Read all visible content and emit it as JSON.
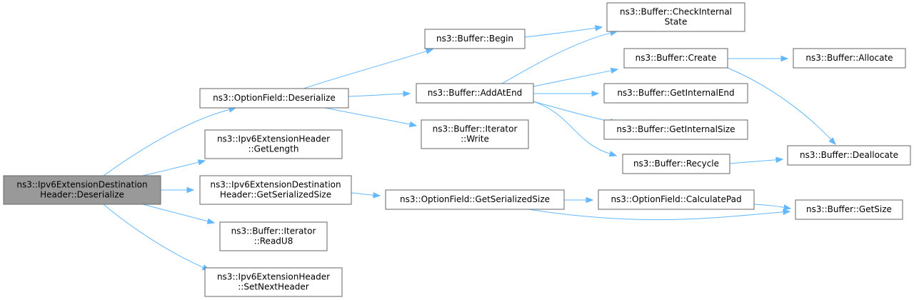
{
  "diagram": {
    "nodes": [
      {
        "id": "root",
        "lines": [
          "ns3::Ipv6ExtensionDestination",
          "Header::Deserialize"
        ],
        "root": true
      },
      {
        "id": "of_deser",
        "lines": [
          "ns3::OptionField::Deserialize"
        ]
      },
      {
        "id": "ipv6eh_getlen",
        "lines": [
          "ns3::Ipv6ExtensionHeader",
          "::GetLength"
        ]
      },
      {
        "id": "ipv6edh_getser",
        "lines": [
          "ns3::Ipv6ExtensionDestination",
          "Header::GetSerializedSize"
        ]
      },
      {
        "id": "bi_readu8",
        "lines": [
          "ns3::Buffer::Iterator",
          "::ReadU8"
        ]
      },
      {
        "id": "ipv6eh_setnext",
        "lines": [
          "ns3::Ipv6ExtensionHeader",
          "::SetNextHeader"
        ]
      },
      {
        "id": "buf_begin",
        "lines": [
          "ns3::Buffer::Begin"
        ]
      },
      {
        "id": "buf_addatend",
        "lines": [
          "ns3::Buffer::AddAtEnd"
        ]
      },
      {
        "id": "bi_write",
        "lines": [
          "ns3::Buffer::Iterator",
          "::Write"
        ]
      },
      {
        "id": "of_getser",
        "lines": [
          "ns3::OptionField::GetSerializedSize"
        ]
      },
      {
        "id": "buf_checkint",
        "lines": [
          "ns3::Buffer::CheckInternal",
          "State"
        ]
      },
      {
        "id": "buf_create",
        "lines": [
          "ns3::Buffer::Create"
        ]
      },
      {
        "id": "buf_getintend",
        "lines": [
          "ns3::Buffer::GetInternalEnd"
        ]
      },
      {
        "id": "buf_getintsize",
        "lines": [
          "ns3::Buffer::GetInternalSize"
        ]
      },
      {
        "id": "buf_recycle",
        "lines": [
          "ns3::Buffer::Recycle"
        ]
      },
      {
        "id": "of_calcpad",
        "lines": [
          "ns3::OptionField::CalculatePad"
        ]
      },
      {
        "id": "buf_allocate",
        "lines": [
          "ns3::Buffer::Allocate"
        ]
      },
      {
        "id": "buf_dealloc",
        "lines": [
          "ns3::Buffer::Deallocate"
        ]
      },
      {
        "id": "buf_getsize",
        "lines": [
          "ns3::Buffer::GetSize"
        ]
      }
    ],
    "edges": [
      {
        "from": "root",
        "to": "of_deser"
      },
      {
        "from": "root",
        "to": "ipv6eh_getlen"
      },
      {
        "from": "root",
        "to": "ipv6edh_getser"
      },
      {
        "from": "root",
        "to": "bi_readu8"
      },
      {
        "from": "root",
        "to": "ipv6eh_setnext"
      },
      {
        "from": "of_deser",
        "to": "buf_begin"
      },
      {
        "from": "of_deser",
        "to": "buf_addatend"
      },
      {
        "from": "of_deser",
        "to": "bi_write"
      },
      {
        "from": "buf_begin",
        "to": "buf_checkint"
      },
      {
        "from": "buf_addatend",
        "to": "buf_checkint"
      },
      {
        "from": "buf_addatend",
        "to": "buf_create"
      },
      {
        "from": "buf_addatend",
        "to": "buf_getintend"
      },
      {
        "from": "buf_addatend",
        "to": "buf_getintsize"
      },
      {
        "from": "buf_addatend",
        "to": "buf_recycle"
      },
      {
        "from": "buf_create",
        "to": "buf_allocate"
      },
      {
        "from": "buf_create",
        "to": "buf_dealloc"
      },
      {
        "from": "buf_recycle",
        "to": "buf_dealloc"
      },
      {
        "from": "ipv6edh_getser",
        "to": "of_getser"
      },
      {
        "from": "of_getser",
        "to": "of_calcpad"
      },
      {
        "from": "of_getser",
        "to": "buf_getsize"
      },
      {
        "from": "of_calcpad",
        "to": "buf_getsize"
      }
    ]
  }
}
